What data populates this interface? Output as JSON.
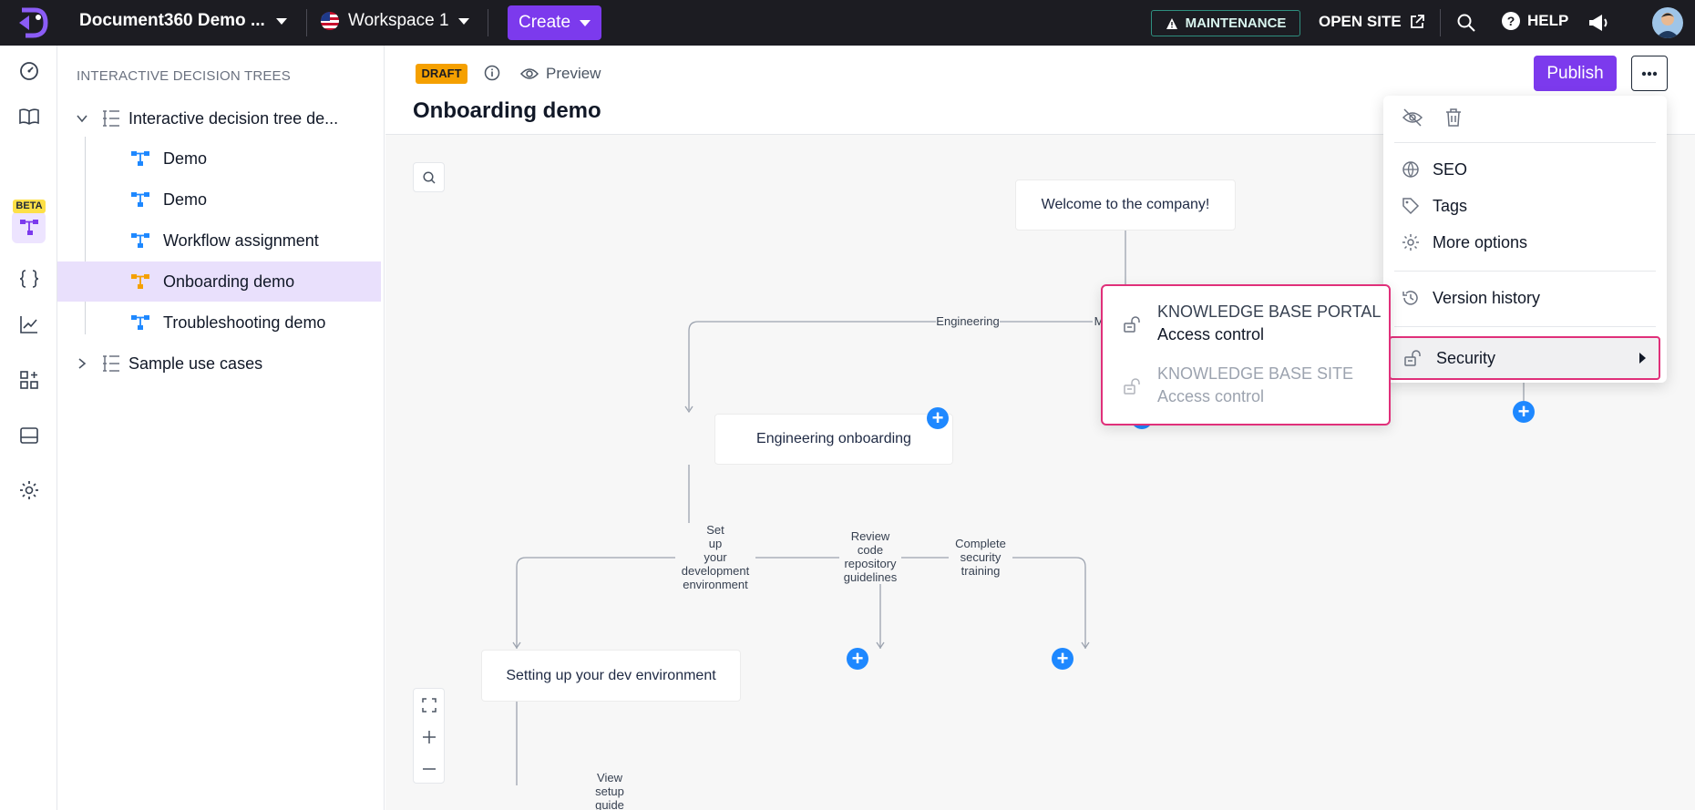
{
  "topbar": {
    "project_name": "Document360 Demo ...",
    "workspace": "Workspace 1",
    "create_label": "Create",
    "maintenance_label": "MAINTENANCE",
    "open_site_label": "OPEN SITE",
    "help_label": "HELP"
  },
  "rail": {
    "beta_badge": "BETA"
  },
  "tree": {
    "heading": "INTERACTIVE DECISION TREES",
    "items": [
      {
        "label": "Interactive decision tree de...",
        "type": "folder",
        "expanded": true
      },
      {
        "label": "Demo",
        "type": "tree"
      },
      {
        "label": "Demo",
        "type": "tree"
      },
      {
        "label": "Workflow assignment",
        "type": "tree"
      },
      {
        "label": "Onboarding demo",
        "type": "tree",
        "active": true
      },
      {
        "label": "Troubleshooting demo",
        "type": "tree"
      },
      {
        "label": "Sample use cases",
        "type": "folder",
        "expanded": false
      }
    ]
  },
  "header": {
    "status_badge": "DRAFT",
    "preview_label": "Preview",
    "title": "Onboarding demo",
    "publish_label": "Publish"
  },
  "canvas": {
    "nodes": {
      "welcome": "Welcome to the company!",
      "engineering": "Engineering onboarding",
      "dev_env": "Setting up your dev environment"
    },
    "edges": {
      "engineering": "Engineering",
      "m_partial": "M",
      "set_up": [
        "Set",
        "up",
        "your",
        "development",
        "environment"
      ],
      "review": [
        "Review",
        "code",
        "repository",
        "guidelines"
      ],
      "security": [
        "Complete",
        "security",
        "training"
      ],
      "view_guide": [
        "View",
        "setup",
        "guide"
      ]
    },
    "plus_symbol": "+"
  },
  "menu": {
    "seo": "SEO",
    "tags": "Tags",
    "more_options": "More options",
    "version_history": "Version history",
    "security": "Security"
  },
  "submenu": {
    "portal_heading": "KNOWLEDGE BASE PORTAL",
    "portal_sub": "Access control",
    "site_heading": "KNOWLEDGE BASE SITE",
    "site_sub": "Access control"
  },
  "colors": {
    "brand": "#7c3aed",
    "topbar": "#1c1c22",
    "highlight": "#e0307a",
    "plus": "#1e88ff",
    "draft": "#f5a000"
  }
}
